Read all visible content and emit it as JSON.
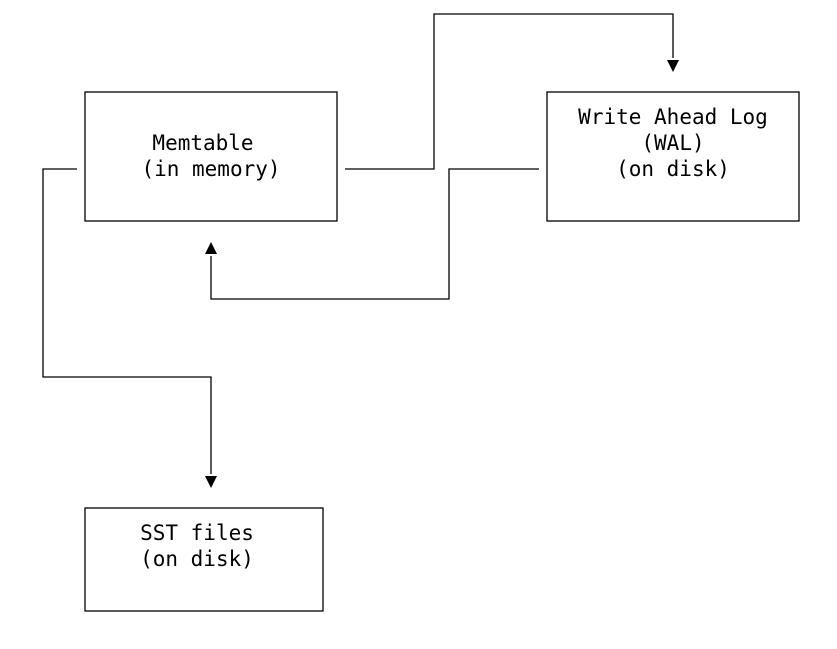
{
  "nodes": {
    "memtable": {
      "line1": "Memtable",
      "line2": "(in memory)"
    },
    "wal": {
      "line1": "Write Ahead Log",
      "line2": "(WAL)",
      "line3": "(on disk)"
    },
    "sst": {
      "line1": "SST files",
      "line2": "(on disk)"
    }
  },
  "edges": [
    {
      "from": "memtable",
      "to": "wal"
    },
    {
      "from": "wal",
      "to": "memtable"
    },
    {
      "from": "memtable",
      "to": "sst"
    }
  ]
}
